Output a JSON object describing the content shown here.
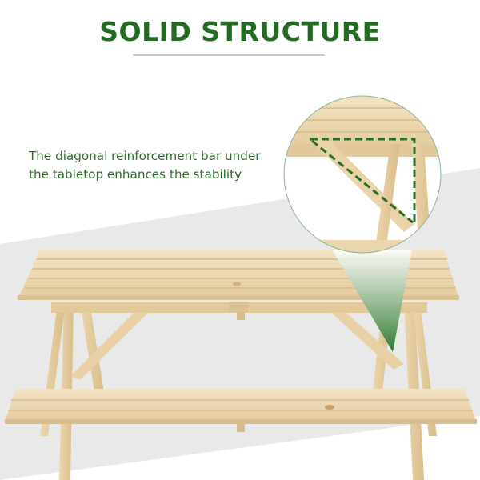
{
  "title": "SOLID STRUCTURE",
  "caption": {
    "line1": "The diagonal reinforcement bar under",
    "line2": "the tabletop enhances the stability"
  },
  "colors": {
    "title_green": "#236b22",
    "caption_green": "#2c6e2a",
    "rule_grey": "#c8c8c8",
    "band_grey": "#e8e8e8",
    "wood_light": "#f0dfbe",
    "wood_mid": "#e6cfa4",
    "wood_dark": "#d2b684",
    "dash_green": "#2a6f29",
    "callout_green": "#2e7a30"
  },
  "callout": {
    "icon": "magnifier-circle",
    "description": "zoomed detail of diagonal brace with dashed green triangle highlight"
  }
}
